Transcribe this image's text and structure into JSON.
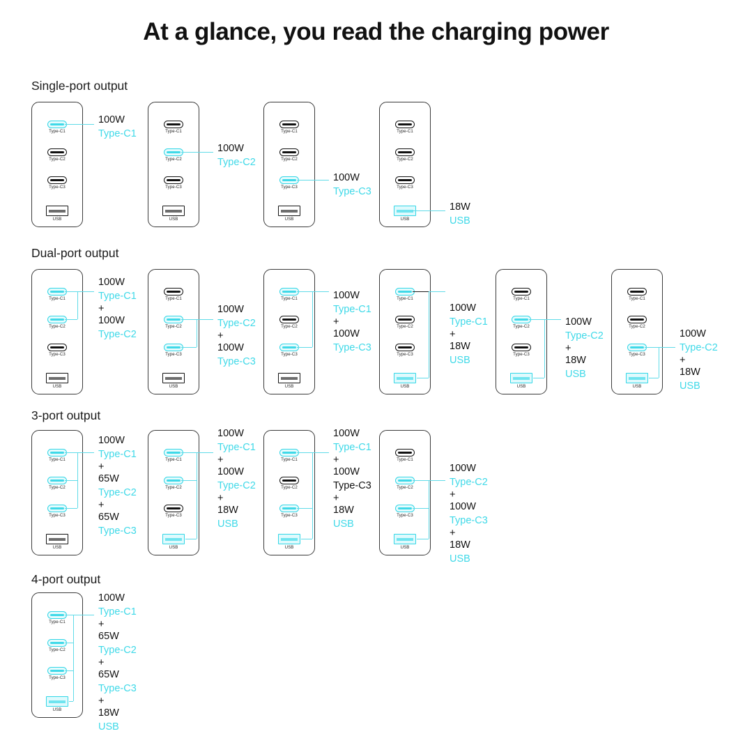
{
  "title": "At a glance, you read the charging power",
  "colors": {
    "accent": "#3FD9E8",
    "text": "#111111",
    "card_border": "#3A3A3A"
  },
  "port_names": {
    "c1": "Type-C1",
    "c2": "Type-C2",
    "c3": "Type-C3",
    "usb": "USB"
  },
  "sections": [
    {
      "id": "single-port",
      "label": "Single-port output",
      "cards": [
        {
          "active": [
            "c1"
          ],
          "spec": [
            {
              "w": "100W",
              "p": "Type-C1",
              "p_color": "accent"
            }
          ]
        },
        {
          "active": [
            "c2"
          ],
          "spec": [
            {
              "w": "100W",
              "p": "Type-C2",
              "p_color": "accent"
            }
          ]
        },
        {
          "active": [
            "c3"
          ],
          "spec": [
            {
              "w": "100W",
              "p": "Type-C3",
              "p_color": "accent"
            }
          ]
        },
        {
          "active": [
            "usb"
          ],
          "spec": [
            {
              "w": "18W",
              "p": "USB",
              "p_color": "accent"
            }
          ]
        }
      ]
    },
    {
      "id": "dual-port",
      "label": "Dual-port output",
      "cards": [
        {
          "active": [
            "c1",
            "c2"
          ],
          "spec": [
            {
              "w": "100W",
              "p": "Type-C1",
              "p_color": "accent"
            },
            {
              "w": "100W",
              "p": "Type-C2",
              "p_color": "accent"
            }
          ]
        },
        {
          "active": [
            "c2",
            "c3"
          ],
          "spec": [
            {
              "w": "100W",
              "p": "Type-C2",
              "p_color": "accent"
            },
            {
              "w": "100W",
              "p": "Type-C3",
              "p_color": "accent"
            }
          ]
        },
        {
          "active": [
            "c1",
            "c3"
          ],
          "spec": [
            {
              "w": "100W",
              "p": "Type-C1",
              "p_color": "accent"
            },
            {
              "w": "100W",
              "p": "Type-C3",
              "p_color": "accent"
            }
          ]
        },
        {
          "active": [
            "c1",
            "usb"
          ],
          "spec": [
            {
              "w": "100W",
              "p": "Type-C1",
              "p_color": "accent"
            },
            {
              "w": "18W",
              "p": "USB",
              "p_color": "accent"
            }
          ]
        },
        {
          "active": [
            "c2",
            "usb"
          ],
          "spec": [
            {
              "w": "100W",
              "p": "Type-C2",
              "p_color": "accent"
            },
            {
              "w": "18W",
              "p": "USB",
              "p_color": "accent"
            }
          ]
        },
        {
          "active": [
            "c3",
            "usb"
          ],
          "spec": [
            {
              "w": "100W",
              "p": "Type-C2",
              "p_color": "accent"
            },
            {
              "w": "18W",
              "p": "USB",
              "p_color": "accent"
            }
          ]
        }
      ]
    },
    {
      "id": "three-port",
      "label": "3-port output",
      "cards": [
        {
          "active": [
            "c1",
            "c2",
            "c3"
          ],
          "spec": [
            {
              "w": "100W",
              "p": "Type-C1",
              "p_color": "accent"
            },
            {
              "w": "65W",
              "p": "Type-C2",
              "p_color": "accent"
            },
            {
              "w": "65W",
              "p": "Type-C3",
              "p_color": "accent"
            }
          ]
        },
        {
          "active": [
            "c1",
            "c2",
            "usb"
          ],
          "spec": [
            {
              "w": "100W",
              "p": "Type-C1",
              "p_color": "accent"
            },
            {
              "w": "100W",
              "p": "Type-C2",
              "p_color": "accent"
            },
            {
              "w": "18W",
              "p": "USB",
              "p_color": "accent"
            }
          ]
        },
        {
          "active": [
            "c1",
            "c3",
            "usb"
          ],
          "spec": [
            {
              "w": "100W",
              "p": "Type-C1",
              "p_color": "accent"
            },
            {
              "w": "100W",
              "p": "Type-C3",
              "p_color": "text"
            },
            {
              "w": "18W",
              "p": "USB",
              "p_color": "accent"
            }
          ]
        },
        {
          "active": [
            "c2",
            "c3",
            "usb"
          ],
          "spec": [
            {
              "w": "100W",
              "p": "Type-C2",
              "p_color": "accent"
            },
            {
              "w": "100W",
              "p": "Type-C3",
              "p_color": "accent"
            },
            {
              "w": "18W",
              "p": "USB",
              "p_color": "accent"
            }
          ]
        }
      ]
    },
    {
      "id": "four-port",
      "label": "4-port output",
      "cards": [
        {
          "active": [
            "c1",
            "c2",
            "c3",
            "usb"
          ],
          "spec": [
            {
              "w": "100W",
              "p": "Type-C1",
              "p_color": "accent"
            },
            {
              "w": "65W",
              "p": "Type-C2",
              "p_color": "accent"
            },
            {
              "w": "65W",
              "p": "Type-C3",
              "p_color": "accent"
            },
            {
              "w": "18W",
              "p": "USB",
              "p_color": "accent"
            }
          ]
        }
      ]
    }
  ],
  "plus_symbol": "+"
}
